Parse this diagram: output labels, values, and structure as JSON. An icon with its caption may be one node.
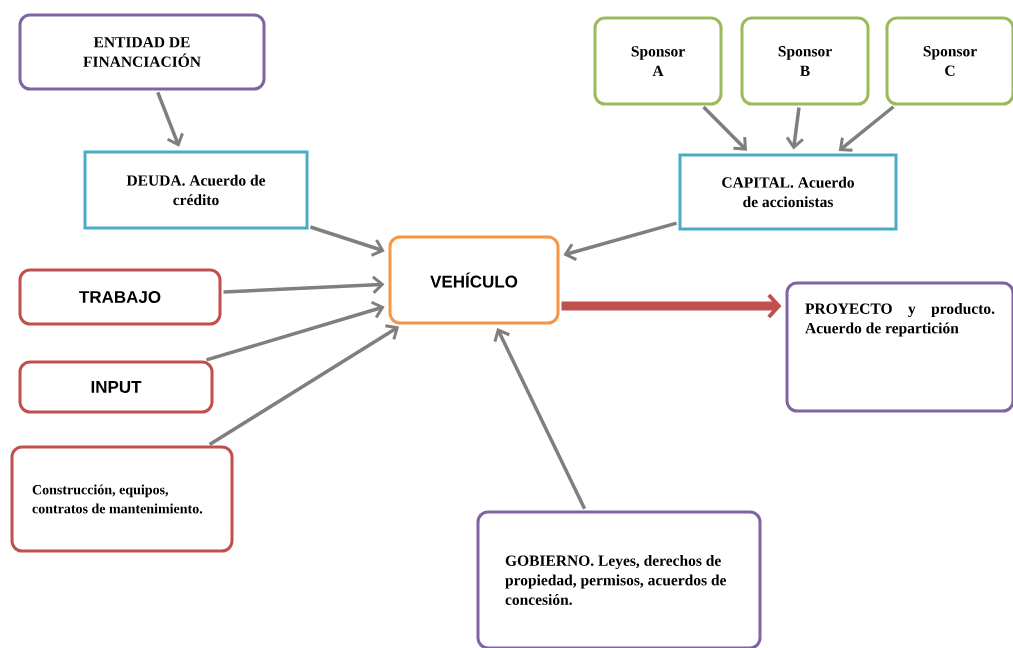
{
  "diagram": {
    "nodes": [
      {
        "text": [
          "ENTIDAD DE FINANCIACIÓN"
        ]
      },
      {
        "text": [
          "Sponsor A"
        ]
      },
      {
        "text": [
          "Sponsor B"
        ]
      },
      {
        "text": [
          "Sponsor C"
        ]
      },
      {
        "text": [
          "DEUDA. Acuerdo de crédito"
        ]
      },
      {
        "text": [
          "CAPITAL. Acuerdo de accionistas"
        ]
      },
      {
        "text": [
          "VEHÍCULO"
        ]
      },
      {
        "text": [
          "TRABAJO"
        ]
      },
      {
        "text": [
          "PROYECTO y producto. Acuerdo de repartición"
        ]
      },
      {
        "text": [
          "INPUT"
        ]
      },
      {
        "text": [
          "Construcción, equipos, contratos de mantenimiento."
        ]
      },
      {
        "text": [
          "GOBIERNO. Leyes, derechos de propiedad, permisos, acuerdos de concesión."
        ]
      }
    ],
    "edges": [
      {
        "from": 0,
        "to": 4,
        "arrow": "to"
      },
      {
        "from": 1,
        "to": 5,
        "arrow": "to"
      },
      {
        "from": 2,
        "to": 5,
        "arrow": "to"
      },
      {
        "from": 3,
        "to": 5,
        "arrow": "to"
      },
      {
        "from": 4,
        "to": 6,
        "arrow": "to"
      },
      {
        "from": 5,
        "to": 6,
        "arrow": "to"
      },
      {
        "from": 7,
        "to": 6,
        "arrow": "to"
      },
      {
        "from": 9,
        "to": 6,
        "arrow": "to"
      },
      {
        "from": 10,
        "to": 6,
        "arrow": "to"
      },
      {
        "from": 11,
        "to": 6,
        "arrow": "to"
      },
      {
        "from": 6,
        "to": 8,
        "arrow": "to",
        "style": "thick",
        "color": "#c0504d"
      }
    ]
  }
}
